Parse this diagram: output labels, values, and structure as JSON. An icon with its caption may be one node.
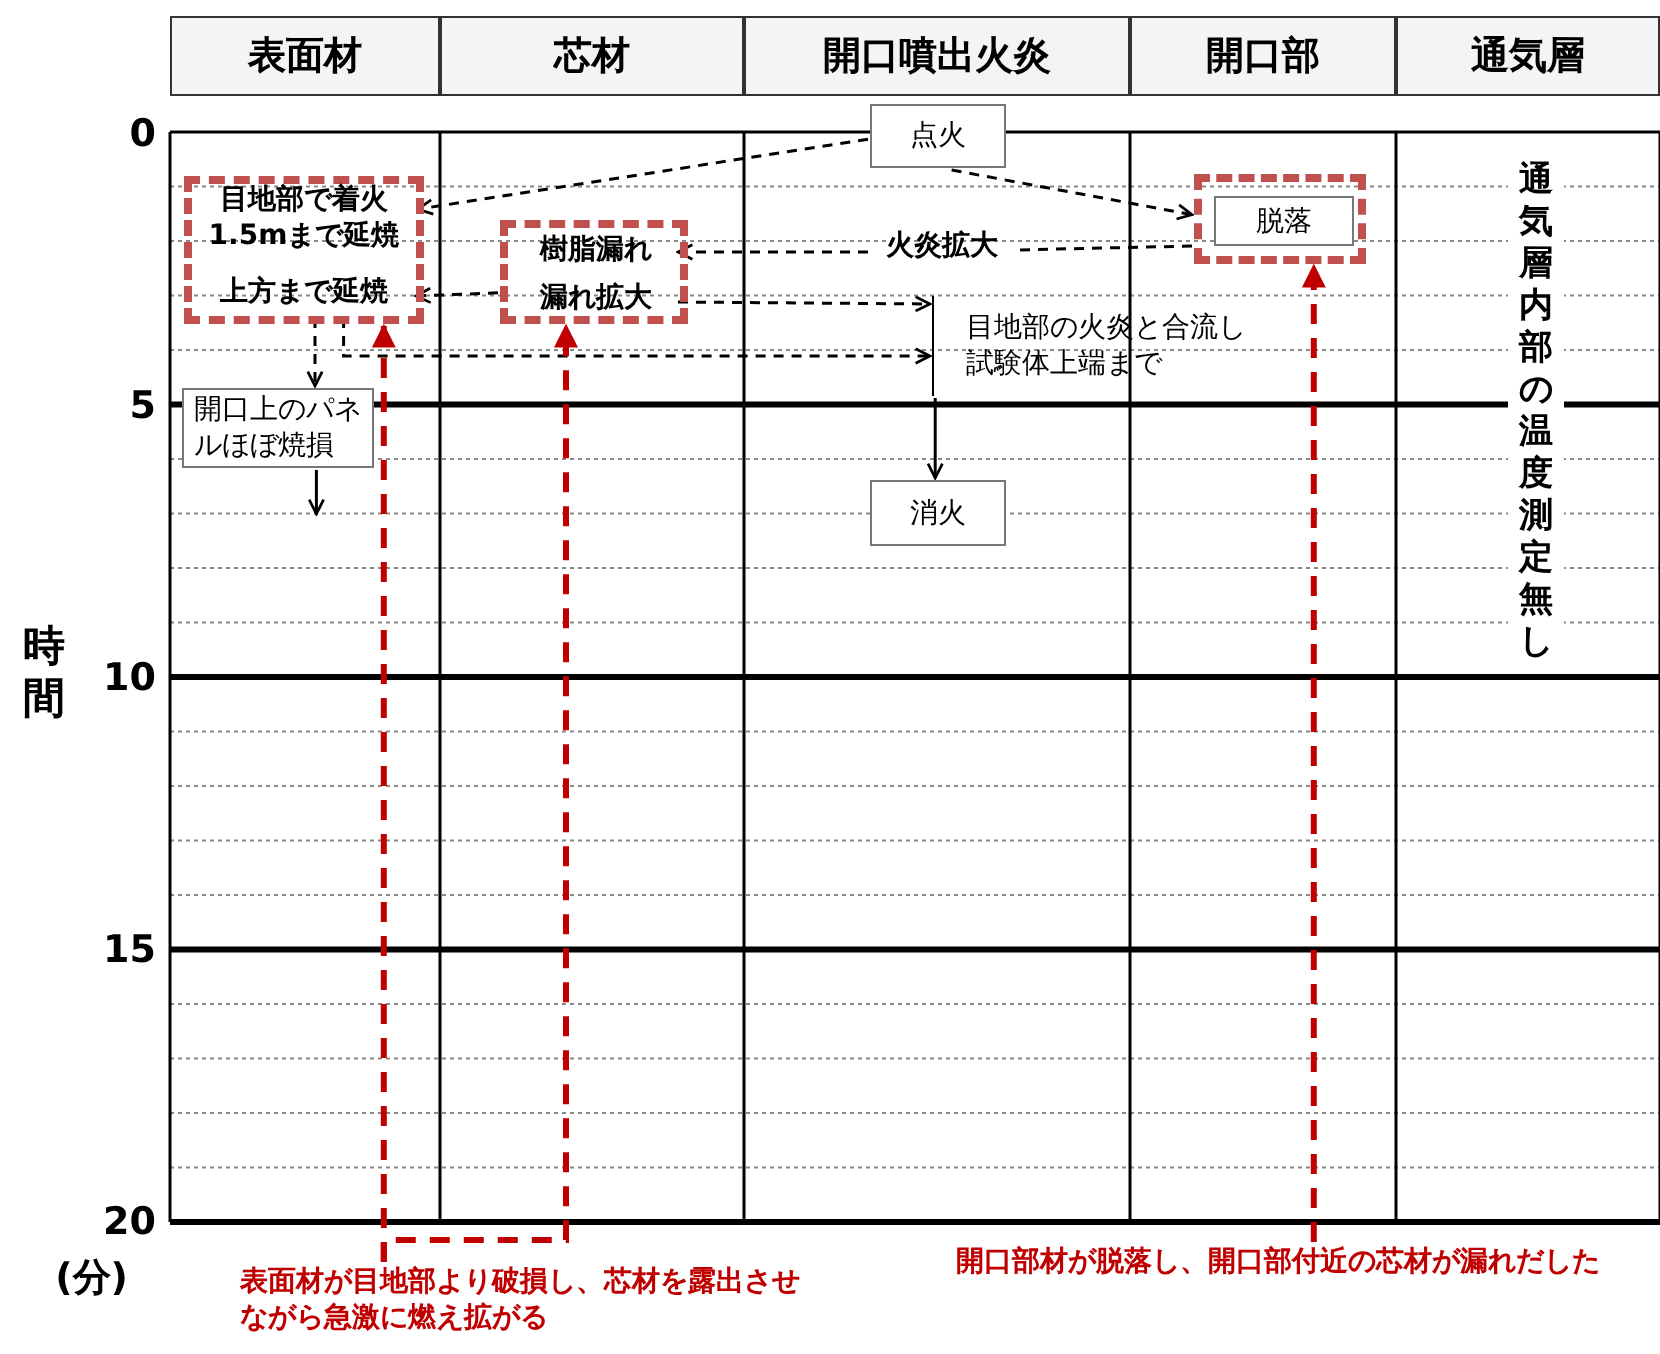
{
  "diagram": {
    "nodes": [
      {
        "text": [
          "点火"
        ]
      },
      {
        "text": [],
        "shape": "box"
      },
      {
        "text": [
          "目地部で着火1.5mまで延焼"
        ],
        "in": 1
      },
      {
        "text": [
          "上方まで延焼"
        ],
        "in": 1
      },
      {
        "text": [],
        "shape": "box"
      },
      {
        "text": [
          "樹脂漏れ"
        ],
        "in": 4
      },
      {
        "text": [
          "漏れ拡大"
        ],
        "in": 4
      },
      {
        "text": [],
        "shape": "box"
      },
      {
        "text": [
          "脱落"
        ],
        "in": 7
      },
      {
        "text": [
          "火炎拡大"
        ]
      },
      {
        "text": [
          "開口上のパネルほぼ焼損"
        ]
      },
      {
        "text": [
          "消火"
        ]
      },
      {
        "text": [
          "目地部の火炎と合流し試験体上端まで"
        ]
      },
      {
        "text": [
          "表面材が目地部より破損し、芯材を露出させながら急激に燃え拡がる"
        ]
      },
      {
        "text": [
          "開口部材が脱落し、開口部付近の芯材が漏れだした"
        ]
      }
    ],
    "edges": [
      {
        "from": 0,
        "to": 2,
        "arrow": "to",
        "style": "dashed"
      },
      {
        "from": 0,
        "to": 7,
        "arrow": "to",
        "style": "dashed"
      },
      {
        "from": 7,
        "to": 9,
        "arrow": "none",
        "style": "dashed"
      },
      {
        "from": 9,
        "to": 5,
        "arrow": "to",
        "style": "dashed"
      },
      {
        "from": 4,
        "to": 3,
        "arrow": "to",
        "style": "dashed"
      },
      {
        "from": 6,
        "to": 12,
        "arrow": "to",
        "style": "dashed"
      },
      {
        "from": 3,
        "to": 12,
        "arrow": "to",
        "style": "dashed"
      },
      {
        "from": 3,
        "to": 10,
        "arrow": "to",
        "style": "dashed"
      },
      {
        "from": 10,
        "to": null,
        "arrow": "to"
      },
      {
        "from": 12,
        "to": 11,
        "arrow": "to"
      },
      {
        "from": 13,
        "to": 1,
        "arrow": "to",
        "style": "dashed",
        "color": "#c00000"
      },
      {
        "from": 13,
        "to": 4,
        "arrow": "to",
        "style": "dashed",
        "color": "#c00000"
      },
      {
        "from": 14,
        "to": 7,
        "arrow": "to",
        "style": "dashed",
        "color": "#c00000"
      }
    ],
    "labels": [
      "表面材",
      "芯材",
      "開口噴出火炎",
      "開口部",
      "通気層",
      "0",
      "5",
      "10",
      "15",
      "20",
      "時間",
      "(分)",
      "通気層内部の温度測定無し"
    ]
  }
}
